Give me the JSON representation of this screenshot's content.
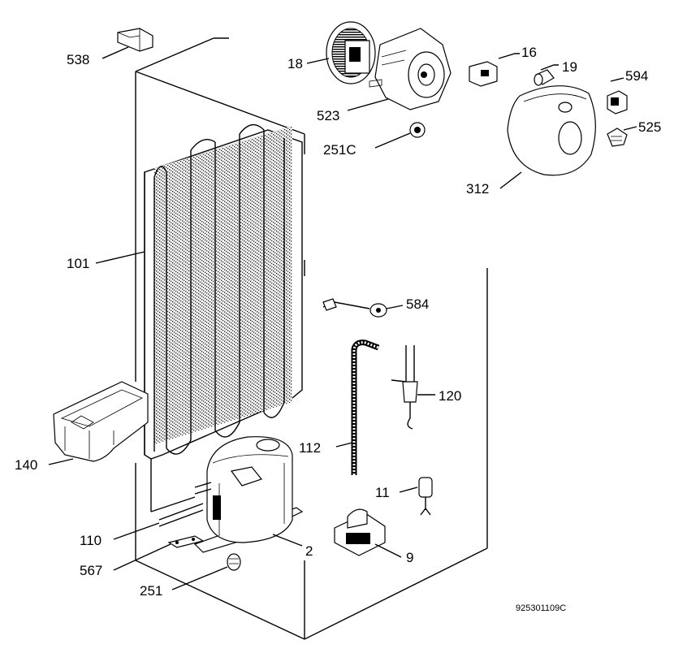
{
  "diagram": {
    "drawing_code": "925301109C",
    "labels": {
      "p538": "538",
      "p18": "18",
      "p523": "523",
      "p16": "16",
      "p19": "19",
      "p594": "594",
      "p525": "525",
      "p251c": "251C",
      "p312": "312",
      "p101": "101",
      "p584": "584",
      "p120": "120",
      "p112": "112",
      "p140": "140",
      "p11": "11",
      "p110": "110",
      "p2": "2",
      "p9": "9",
      "p567": "567",
      "p251": "251"
    }
  }
}
